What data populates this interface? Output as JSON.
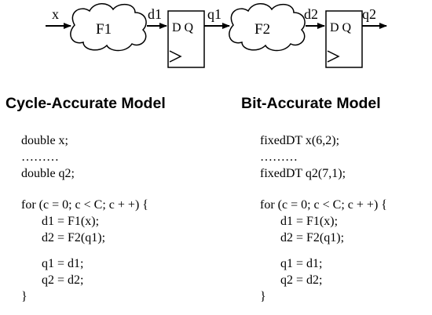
{
  "diagram": {
    "input_label": "x",
    "block1_label": "F1",
    "wire1_label": "d1",
    "ff1_label": "D Q",
    "ff1_out_label": "q1",
    "block2_label": "F2",
    "wire2_label": "d2",
    "ff2_label": "D Q",
    "ff2_out_label": "q2"
  },
  "left": {
    "heading": "Cycle-Accurate Model",
    "decl1": "double x;",
    "dots": "………",
    "decl2": "double q2;",
    "loop_head": "for (c = 0; c < C; c + +) {",
    "s1": "d1 = F1(x);",
    "s2": "d2 = F2(q1);",
    "s3": "q1 = d1;",
    "s4": "q2 = d2;",
    "close": "}"
  },
  "right": {
    "heading": "Bit-Accurate Model",
    "decl1": "fixedDT x(6,2);",
    "dots": "………",
    "decl2": "fixedDT q2(7,1);",
    "loop_head": "for (c = 0; c < C; c + +) {",
    "s1": "d1 = F1(x);",
    "s2": "d2 = F2(q1);",
    "s3": "q1 = d1;",
    "s4": "q2 = d2;",
    "close": "}"
  }
}
